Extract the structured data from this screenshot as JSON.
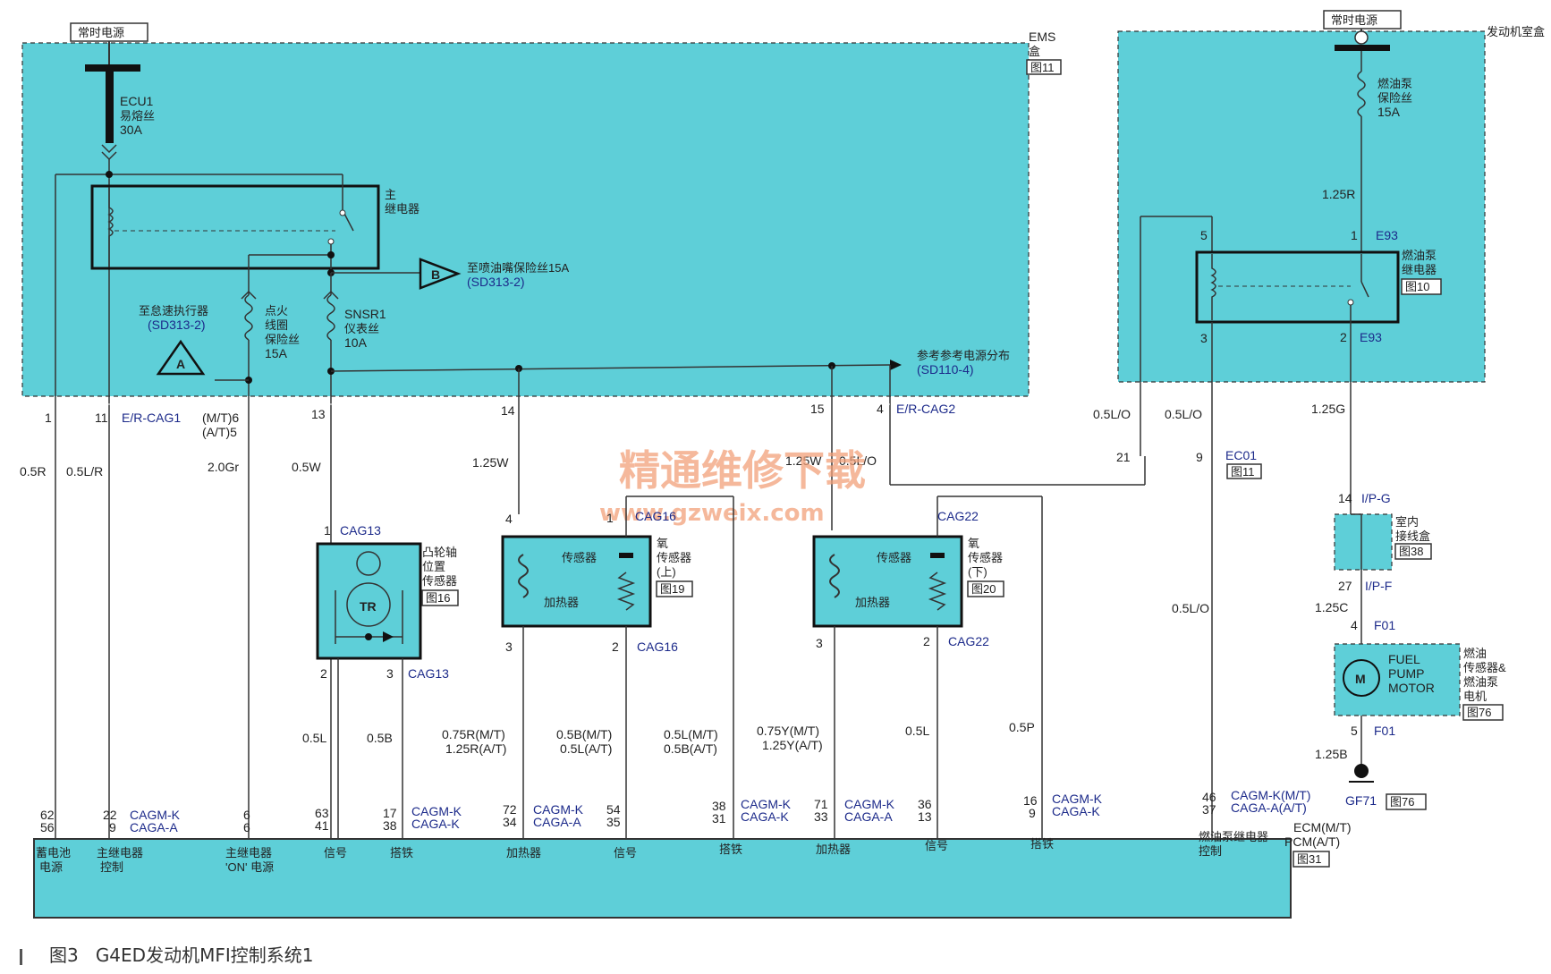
{
  "caption": {
    "figure": "图3",
    "title": "G4ED发动机MFI控制系统1"
  },
  "watermark": {
    "line1": "精通维修下载",
    "line2": "www.gzweix.com"
  },
  "ems_box": {
    "name1": "EMS",
    "name2": "盒",
    "ref": "图11"
  },
  "engine_box": {
    "name": "发动机室盒"
  },
  "power_left": "常时电源",
  "power_right": "常时电源",
  "fuses": {
    "ecu1": {
      "code": "ECU1",
      "name": "易熔丝",
      "amp": "30A"
    },
    "ign": {
      "name1": "点火",
      "name2": "线圈",
      "name3": "保险丝",
      "amp": "15A"
    },
    "snsr1": {
      "code": "SNSR1",
      "name": "仪表丝",
      "amp": "10A"
    },
    "pump": {
      "name1": "燃油泵",
      "name2": "保险丝",
      "amp": "15A"
    }
  },
  "relays": {
    "main": {
      "line1": "主",
      "line2": "继电器"
    },
    "pump": {
      "line1": "燃油泵",
      "line2": "继电器",
      "ref": "图10"
    }
  },
  "refs": {
    "b_label": "B",
    "b_text": "至喷油嘴保险丝15A",
    "b_code": "(SD313-2)",
    "a_label": "A",
    "a_text": "至怠速执行器",
    "a_code": "(SD313-2)",
    "power_dist": "参考参考电源分布",
    "power_code": "(SD110-4)"
  },
  "conn": {
    "er_cag1": "E/R-CAG1",
    "er_cag2": "E/R-CAG2",
    "mt6": "(M/T)6",
    "at5": "(A/T)5",
    "e93": "E93",
    "ec01": "EC01",
    "ec01_ref": "图11",
    "ipg": "I/P-G",
    "ipf": "I/P-F",
    "f01": "F01",
    "cag13": "CAG13",
    "cag16": "CAG16",
    "cag22": "CAG22",
    "cagmk": "CAGM-K",
    "cagaa": "CAGA-A",
    "cagak": "CAGA-K",
    "cagmk_mt": "CAGM-K(M/T)",
    "cagaa_at": "CAGA-A(A/T)"
  },
  "pins": {
    "p1": "1",
    "p11": "11",
    "p13": "13",
    "p14": "14",
    "p15": "15",
    "p4": "4",
    "p21": "21",
    "p9": "9",
    "r5": "5",
    "r1": "1",
    "r3": "3",
    "r2": "2",
    "j14": "14",
    "j27": "27",
    "m4": "4",
    "m5": "5",
    "cam1": "1",
    "cam2": "2",
    "cam3": "3",
    "o1_4": "4",
    "o1_1": "1",
    "o1_3": "3",
    "o1_2": "2",
    "o2_3": "3",
    "o2_2": "2"
  },
  "ecm_pins": {
    "a": "62",
    "b": "56",
    "c": "22",
    "d": "9",
    "e": "6",
    "f": "6",
    "g": "63",
    "h": "41",
    "i": "17",
    "j": "38",
    "k": "72",
    "l": "34",
    "m": "54",
    "n": "35",
    "o": "38",
    "p": "31",
    "q": "71",
    "r": "33",
    "s": "36",
    "t": "13",
    "u": "16",
    "v": "9",
    "w": "46",
    "x": "37"
  },
  "wires": {
    "w05r": "0.5R",
    "w05lr": "0.5L/R",
    "w20gr": "2.0Gr",
    "w05w": "0.5W",
    "w125w": "1.25W",
    "w125w2": "1.25W",
    "w05lo": "0.5L/O",
    "w05lo2": "0.5L/O",
    "w05lo3": "0.5L/O",
    "w05lo4": "0.5L/O",
    "w125r": "1.25R",
    "w125g": "1.25G",
    "w125c": "1.25C",
    "w125b": "1.25B",
    "w05l": "0.5L",
    "w05b": "0.5B",
    "w075r1": "0.75R(M/T)",
    "w075r2": "1.25R(A/T)",
    "w05b1": "0.5B(M/T)",
    "w05b2": "0.5L(A/T)",
    "w05l1": "0.5L(M/T)",
    "w05l2": "0.5B(A/T)",
    "w075y1": "0.75Y(M/T)",
    "w075y2": "1.25Y(A/T)",
    "w05l_b": "0.5L",
    "w05p": "0.5P"
  },
  "components": {
    "cam": {
      "l1": "凸轮轴",
      "l2": "位置",
      "l3": "传感器",
      "ref": "图16",
      "tr": "TR"
    },
    "o2up": {
      "l1": "氧",
      "l2": "传感器",
      "l3": "(上)",
      "ref": "图19",
      "sensor": "传感器",
      "heater": "加热器"
    },
    "o2dn": {
      "l1": "氧",
      "l2": "传感器",
      "l3": "(下)",
      "ref": "图20",
      "sensor": "传感器",
      "heater": "加热器"
    },
    "junction": {
      "l1": "室内",
      "l2": "接线盒",
      "ref": "图38"
    },
    "pump": {
      "t1": "FUEL",
      "t2": "PUMP",
      "t3": "MOTOR",
      "m": "M",
      "l1": "燃油",
      "l2": "传感器&",
      "l3": "燃油泵",
      "l4": "电机",
      "ref": "图76"
    },
    "ground": {
      "code": "GF71",
      "ref": "图76"
    }
  },
  "ecm": {
    "name1": "ECM(M/T)",
    "name2": "PCM(A/T)",
    "ref": "图31",
    "labels": [
      {
        "a": "蓄电池",
        "b": "电源"
      },
      {
        "a": "主继电器",
        "b": "控制"
      },
      {
        "a": "主继电器",
        "b": "'ON' 电源"
      },
      {
        "a": "信号",
        "b": ""
      },
      {
        "a": "搭铁",
        "b": ""
      },
      {
        "a": "加热器",
        "b": ""
      },
      {
        "a": "信号",
        "b": ""
      },
      {
        "a": "搭铁",
        "b": ""
      },
      {
        "a": "加热器",
        "b": ""
      },
      {
        "a": "信号",
        "b": ""
      },
      {
        "a": "搭铁",
        "b": ""
      },
      {
        "a": "燃油泵继电器",
        "b": "控制"
      }
    ]
  },
  "colors": {
    "fill": "#5ecfd8",
    "wire": "#333333",
    "blue": "#1c2a8a",
    "watermark": "#f2a07a"
  }
}
